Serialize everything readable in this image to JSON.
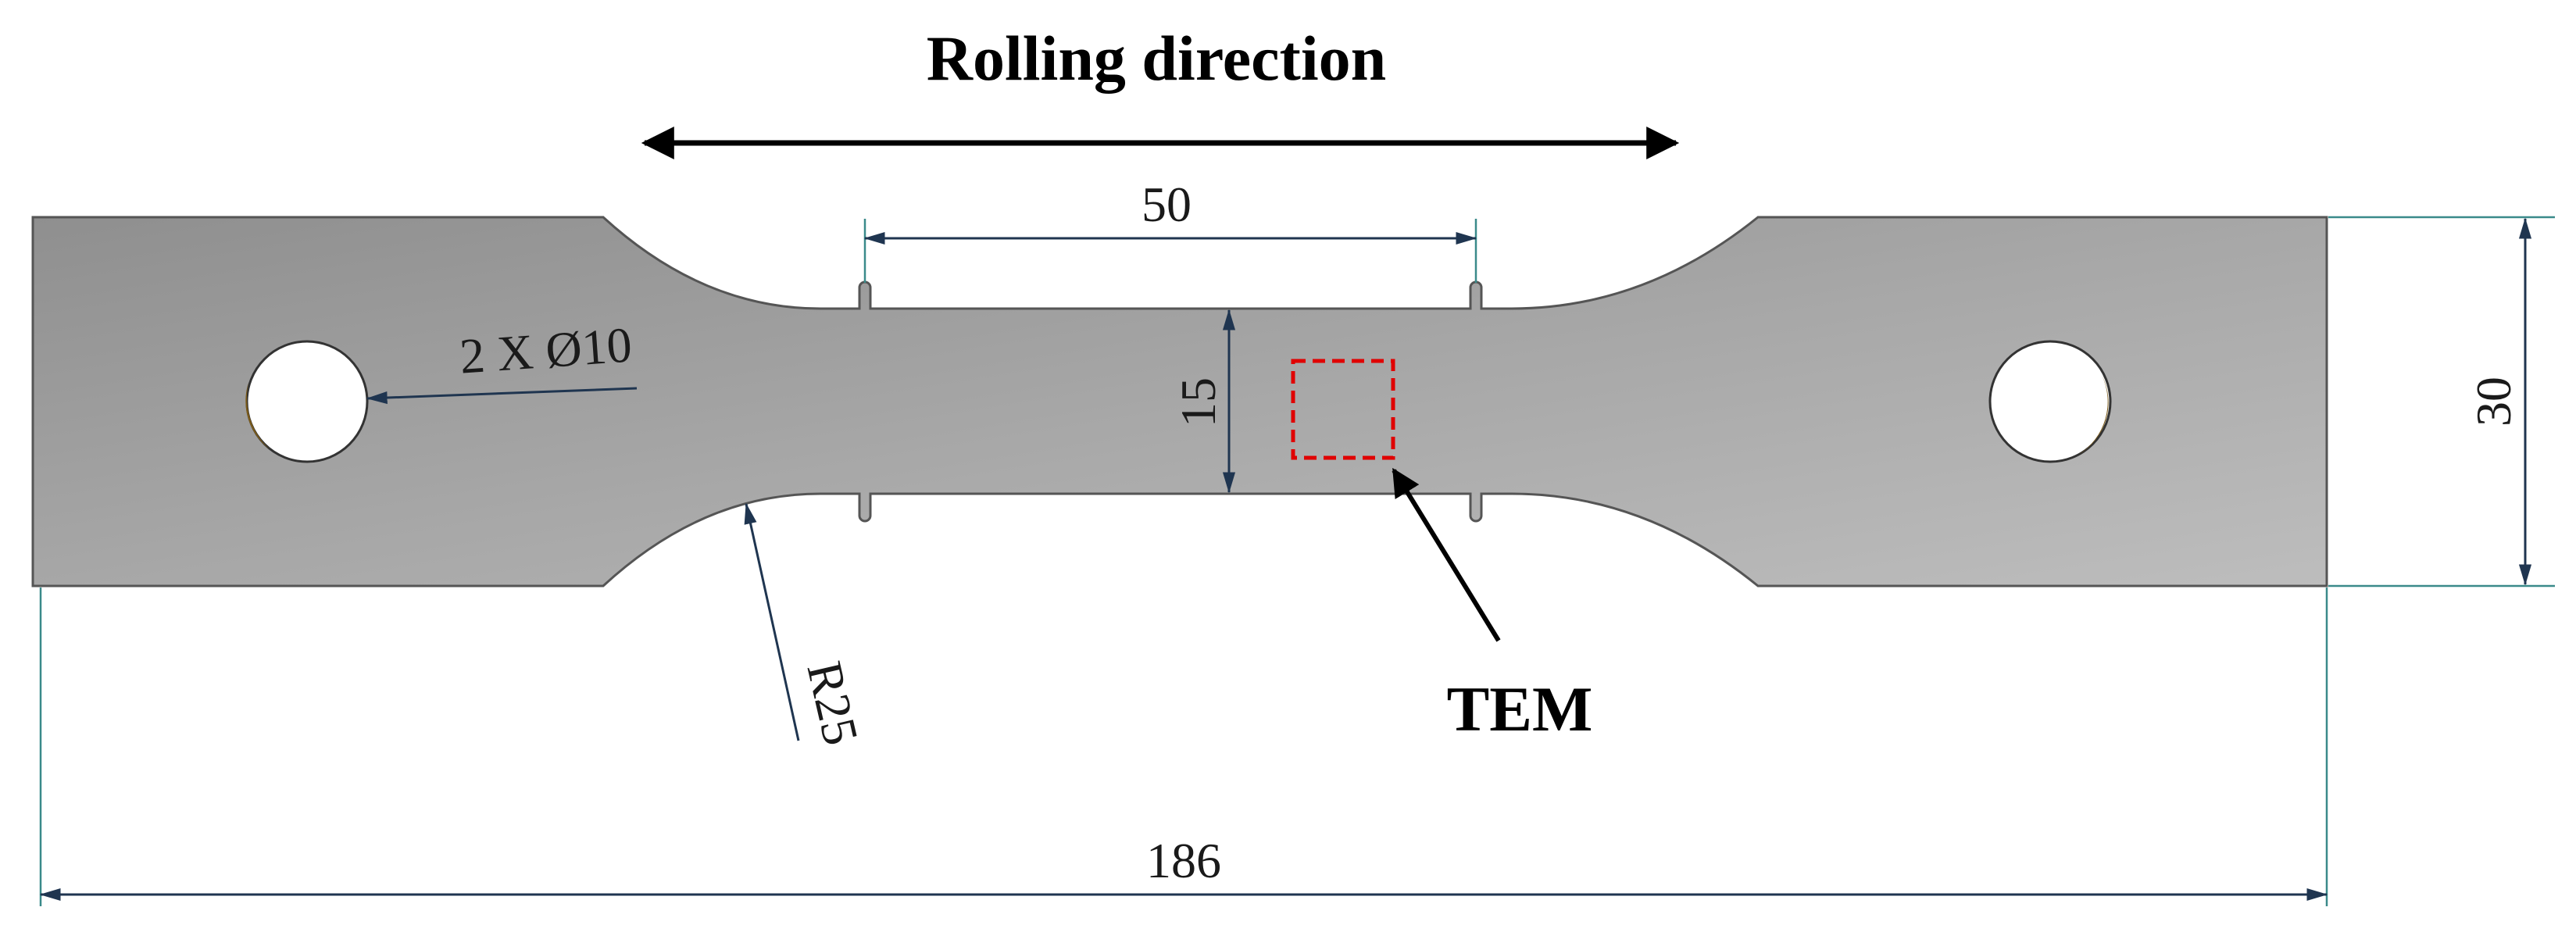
{
  "title": "Rolling direction",
  "tem_label": "TEM",
  "dimensions": {
    "gauge_length": "50",
    "gauge_width": "15",
    "grip_width": "30",
    "total_length": "186",
    "hole_callout": "2 X Ø10",
    "fillet_radius": "R25"
  },
  "colors": {
    "specimen_fill": "#a9a9a9",
    "tem_box": "#e00000",
    "dimension_lines": "#1f3550"
  }
}
